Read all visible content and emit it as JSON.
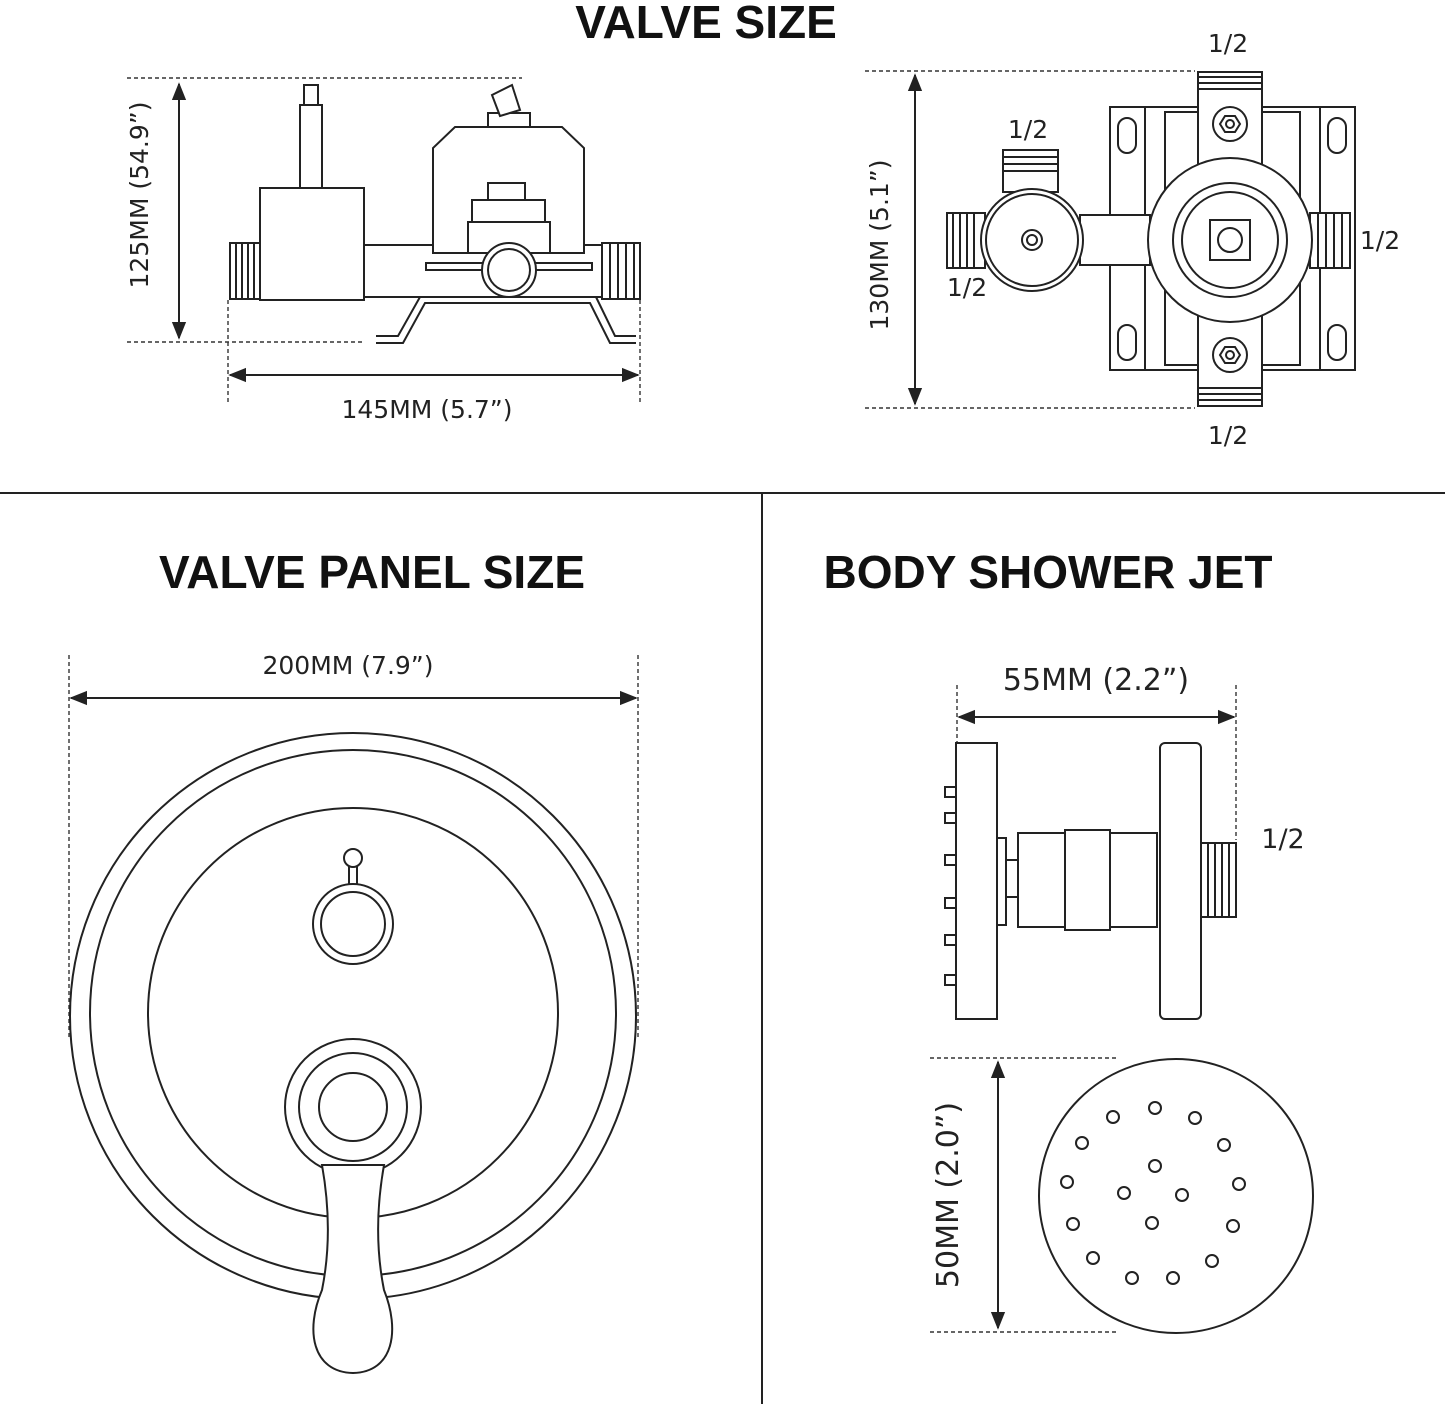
{
  "sections": {
    "valve_size": {
      "title": "VALVE SIZE",
      "height_label": "125MM (54.9”)",
      "width_label": "145MM (5.7”)"
    },
    "valve_top_view": {
      "height_label": "130MM (5.1”)",
      "port_top": "1/2",
      "port_upper_left": "1/2",
      "port_right": "1/2",
      "port_left": "1/2",
      "port_bottom": "1/2"
    },
    "valve_panel_size": {
      "title": "VALVE PANEL SIZE",
      "width_label": "200MM (7.9”)"
    },
    "body_shower_jet": {
      "title": "BODY SHOWER JET",
      "width_label": "55MM (2.2”)",
      "port_label": "1/2",
      "diameter_label": "50MM (2.0”)"
    }
  }
}
